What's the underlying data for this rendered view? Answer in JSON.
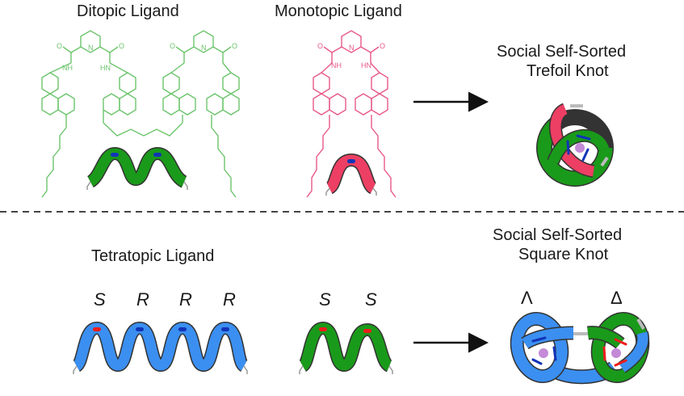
{
  "top_panel": {
    "ditopic_title": "Ditopic Ligand",
    "monotopic_title": "Monotopic Ligand",
    "product_line1": "Social Self-Sorted",
    "product_line2": "Trefoil Knot",
    "colors": {
      "ditopic": "#1a9a1a",
      "ditopic_structure": "#6cc56c",
      "monotopic": "#ec3f63",
      "monotopic_structure": "#e8588a",
      "binding_site": "#1234b8"
    }
  },
  "bottom_panel": {
    "tetratopic_title": "Tetratopic Ligand",
    "tetratopic_stereo": [
      "S",
      "R",
      "R",
      "R"
    ],
    "green_stereo": [
      "S",
      "S"
    ],
    "product_line1": "Social Self-Sorted",
    "product_line2": "Square Knot",
    "handedness": [
      "Λ",
      "Δ"
    ],
    "colors": {
      "tetratopic": "#3b8ff0",
      "ditopic": "#1a9a1a",
      "site_S": "#ee1c1c",
      "site_R": "#1234b8",
      "metal": "#c48ad8"
    }
  },
  "atom_labels": {
    "O": "O",
    "N": "N",
    "NH": "NH",
    "HN": "HN"
  }
}
